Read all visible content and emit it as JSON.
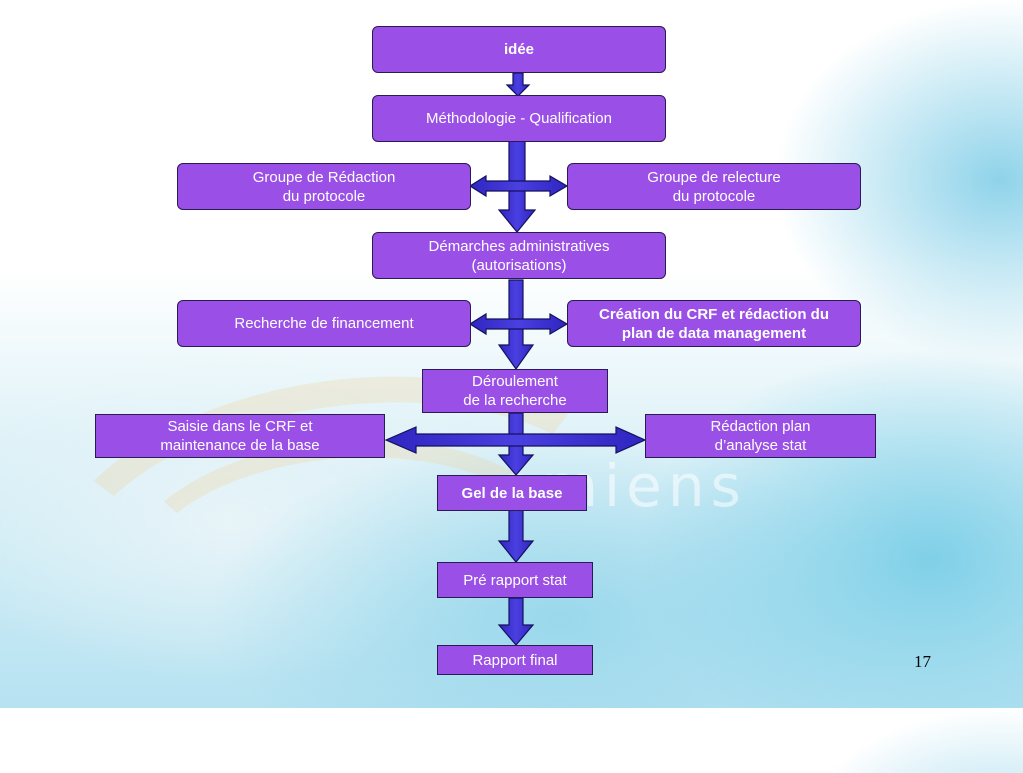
{
  "slide": {
    "page_number": "17",
    "watermark_text": "amiens"
  },
  "nodes": {
    "idee": "idée",
    "methodologie": "Méthodologie - Qualification",
    "groupe_redaction": "Groupe de Rédaction\ndu protocole",
    "groupe_relecture": "Groupe de relecture\ndu protocole",
    "demarches": "Démarches administratives\n(autorisations)",
    "recherche_financement": "Recherche de financement",
    "creation_crf": "Création du CRF et rédaction du\nplan de data management",
    "deroulement": "Déroulement\nde la recherche",
    "saisie_crf": "Saisie dans le CRF et\nmaintenance de la base",
    "redaction_plan": "Rédaction plan\nd’analyse stat",
    "gel_base": "Gel de la base",
    "pre_rapport": "Pré rapport stat",
    "rapport_final": "Rapport final"
  },
  "colors": {
    "box_fill": "#9a4fe6",
    "arrow_fill": "#3b2fd0",
    "arrow_stroke": "#14105e"
  }
}
